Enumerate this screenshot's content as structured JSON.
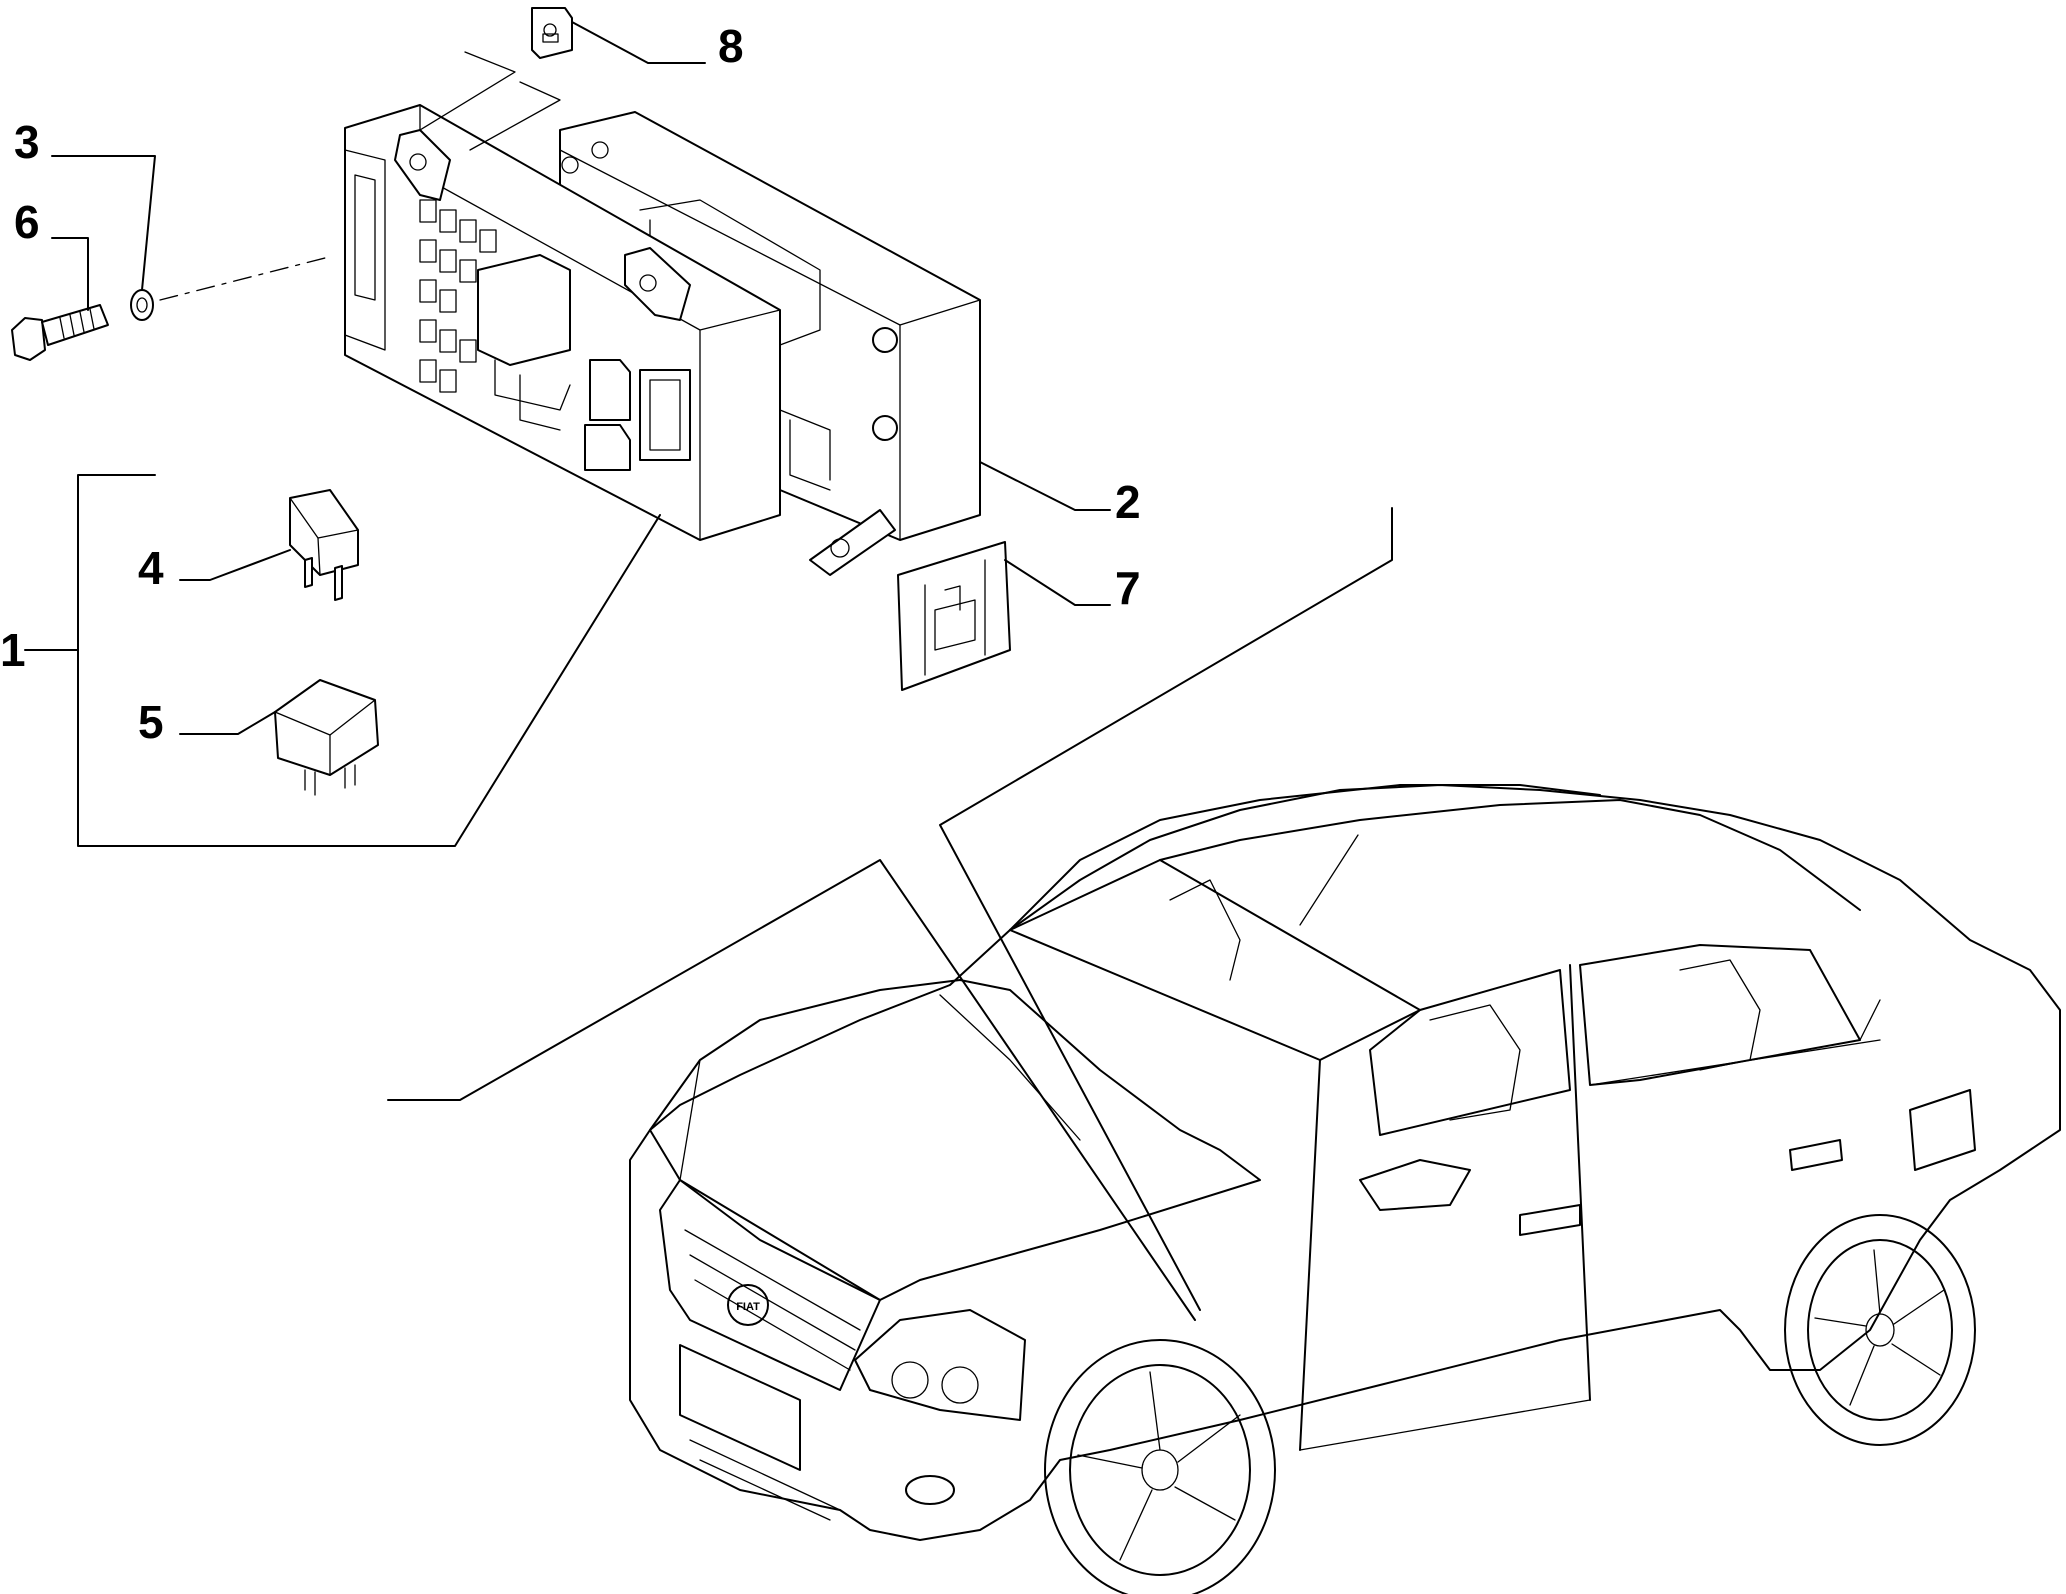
{
  "callouts": {
    "c1": "1",
    "c2": "2",
    "c3": "3",
    "c4": "4",
    "c5": "5",
    "c6": "6",
    "c7": "7",
    "c8": "8"
  },
  "badge": "FIAT"
}
